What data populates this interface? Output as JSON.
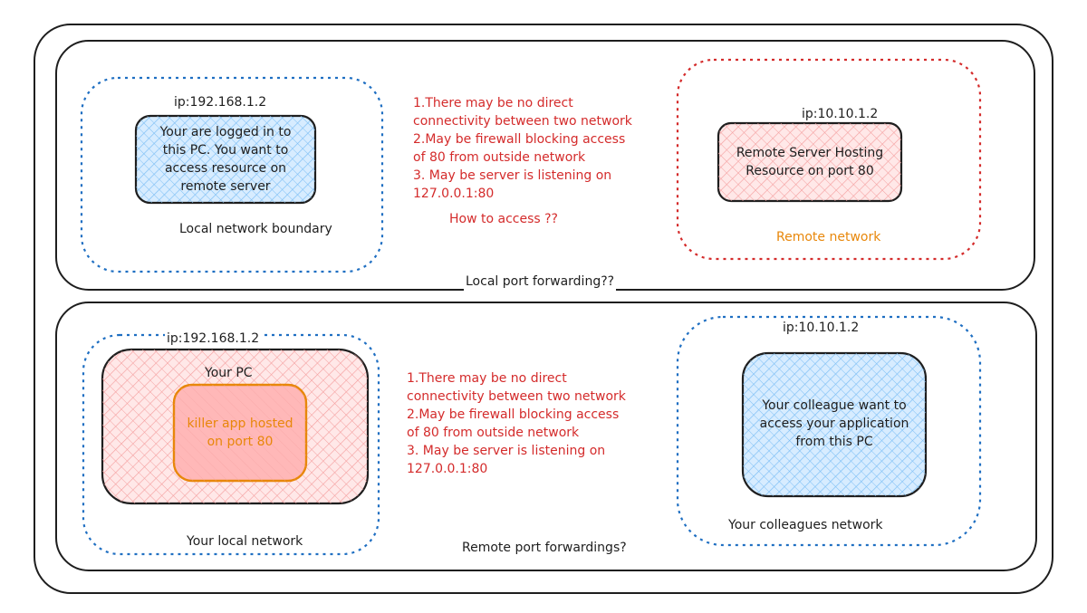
{
  "colors": {
    "outline": "#1e1e1e",
    "blue_dash": "#1f6fc2",
    "red_dash": "#d42b2b",
    "red_text": "#d42b2b",
    "orange": "#e8870a",
    "blue_fill": "#a5d8ff",
    "pink_fill": "#ffc9c9",
    "pink_fill_strong": "#ffb3b3"
  },
  "top": {
    "local": {
      "ip": "ip:192.168.1.2",
      "box_lines": [
        "Your are logged in to",
        "this PC. You want to",
        "access resource on",
        "remote server"
      ],
      "boundary_label": "Local network boundary"
    },
    "notes": [
      "1.There may be no direct",
      "connectivity between two network",
      "2.May be firewall blocking access",
      "of 80 from outside network",
      "3. May be server is listening on",
      "127.0.0.1:80"
    ],
    "question": "How to access ??",
    "remote": {
      "ip": "ip:10.10.1.2",
      "box_lines": [
        "Remote Server Hosting",
        "Resource on port 80"
      ],
      "network_label": "Remote network"
    },
    "caption": "Local port forwarding??"
  },
  "bottom": {
    "local": {
      "ip": "ip:192.168.1.2",
      "pc_label": "Your PC",
      "app_lines": [
        "killer app hosted",
        "on port 80"
      ],
      "network_label": "Your local network"
    },
    "notes": [
      "1.There may be no direct",
      "connectivity between two network",
      "2.May be firewall blocking access",
      "of 80 from outside network",
      "3. May be server is listening on",
      "127.0.0.1:80"
    ],
    "remote": {
      "ip": "ip:10.10.1.2",
      "box_lines": [
        "Your colleague want to",
        "access your application",
        "from this PC"
      ],
      "network_label": "Your colleagues network"
    },
    "caption": "Remote port forwardings?"
  }
}
